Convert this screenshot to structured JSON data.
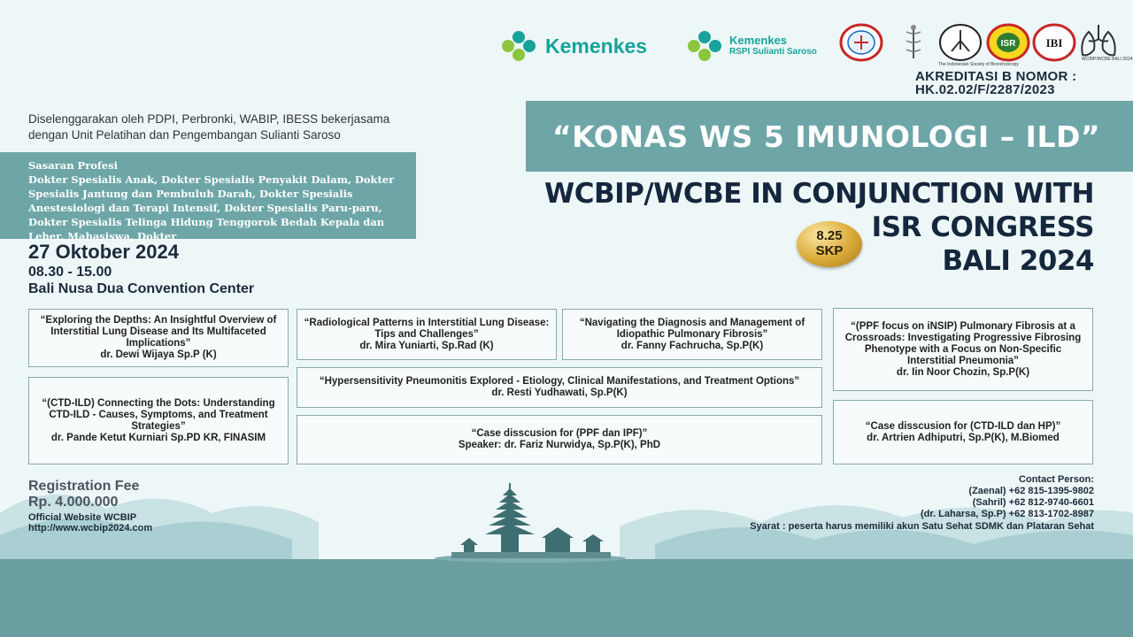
{
  "logos": {
    "kemenkes": "Kemenkes",
    "rspi_line1": "Kemenkes",
    "rspi_line2": "RSPI Sulianti Saroso",
    "pdpi_caption": "The Indonesian Society of Bronchoscopy",
    "lung_caption": "WCBIP/WCBE BALI 2024",
    "ibi": "IBI",
    "isr": "ISR"
  },
  "akreditasi": {
    "line1": "AKREDITASI B NOMOR :",
    "line2": "HK.02.02/F/2287/2023"
  },
  "organizer": {
    "line1": "Diselenggarakan oleh PDPI, Perbronki, WABIP, IBESS  bekerjasama",
    "line2": "dengan Unit Pelatihan dan Pengembangan Sulianti Saroso"
  },
  "sasaran": {
    "title": "Sasaran Profesi",
    "text": "Dokter Spesialis Anak, Dokter Spesialis Penyakit Dalam, Dokter Spesialis Jantung dan Pembuluh Darah, Dokter Spesialis Anestesiologi dan Terapi Intensif, Dokter Spesialis Paru-paru, Dokter Spesialis Telinga Hidung Tenggorok Bedah Kepala dan Leher, Mahasiswa, Dokter"
  },
  "event": {
    "date": "27 Oktober 2024",
    "time": "08.30 - 15.00",
    "venue": "Bali Nusa Dua Convention Center",
    "title": "“KONAS WS 5 IMUNOLOGI – ILD”",
    "headline1": "WCBIP/WCBE IN CONJUNCTION WITH",
    "headline2": "ISR CONGRESS",
    "headline3": "BALI 2024",
    "skp_value": "8.25",
    "skp_label": "SKP"
  },
  "sessions": [
    {
      "title": "“Exploring the Depths: An Insightful Overview of Interstitial Lung Disease and Its Multifaceted Implications”",
      "speaker": "dr. Dewi Wijaya Sp.P (K)"
    },
    {
      "title": "“Radiological Patterns in Interstitial Lung Disease: Tips and Challenges”",
      "speaker": "dr. Mira Yuniarti, Sp.Rad (K)"
    },
    {
      "title": "“Navigating the Diagnosis and Management of Idiopathic Pulmonary Fibrosis”",
      "speaker": "dr. Fanny Fachrucha, Sp.P(K)"
    },
    {
      "title": "“(PPF focus on iNSIP) Pulmonary Fibrosis at a Crossroads: Investigating Progressive Fibrosing Phenotype with a Focus on Non-Specific Interstitial Pneumonia”",
      "speaker": "dr. Iin Noor Chozin, Sp.P(K)"
    },
    {
      "title": "“(CTD-ILD) Connecting the Dots: Understanding CTD-ILD - Causes, Symptoms, and Treatment Strategies”",
      "speaker": "dr. Pande Ketut Kurniari Sp.PD KR, FINASIM"
    },
    {
      "title": "“Hypersensitivity Pneumonitis Explored - Etiology, Clinical Manifestations, and Treatment Options”",
      "speaker": "dr. Resti Yudhawati, Sp.P(K)"
    },
    {
      "title": "“Case disscusion for (PPF dan IPF)”",
      "speaker": "Speaker: dr. Fariz Nurwidya, Sp.P(K), PhD"
    },
    {
      "title": "“Case disscusion for (CTD-ILD dan HP)”",
      "speaker": "dr. Artrien Adhiputri, Sp.P(K), M.Biomed"
    }
  ],
  "registration": {
    "label": "Registration Fee",
    "fee": "Rp. 4.000.000",
    "website_label": "Official Website WCBIP",
    "website_url": "http://www.wcbip2024.com"
  },
  "contact": {
    "title": "Contact Person:",
    "c1": "(Zaenal) +62 815-1395-9802",
    "c2": "(Sahril) +62 812-9740-6601",
    "c3": "(dr. Laharsa, Sp.P) +62 813-1702-8987"
  },
  "syarat": "Syarat : peserta harus memiliki akun Satu Sehat SDMK dan Plataran Sehat",
  "colors": {
    "teal_band": "#6ea6a8",
    "bottom_band": "#6b9ea1",
    "brand_kemenkes": "#17a39b",
    "headline": "#15273d"
  }
}
